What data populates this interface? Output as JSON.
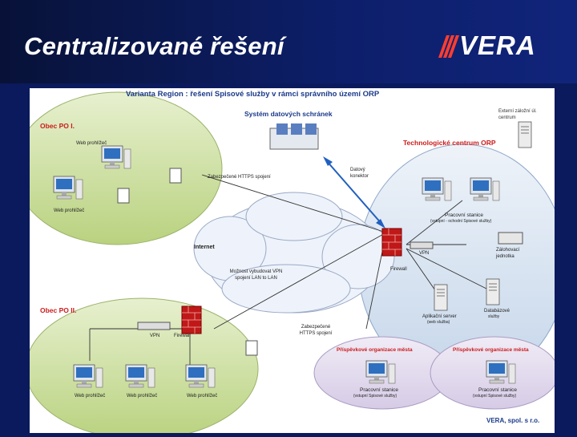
{
  "slide": {
    "title": "Centralizované řešení",
    "logo_text": "VERA"
  },
  "diagram": {
    "heading": "Varianta Region : řešení Spisové služby v rámci správního území ORP",
    "data_boxes": "Systém datových schránek",
    "external_storage": "Externí záložní úl. centrum",
    "tech_center": "Technologické centrum ORP",
    "obec1": "Obec PO I.",
    "obec2": "Obec PO II.",
    "web_browser_1": "Web prohlížeč",
    "web_browser_2": "Web prohlížeč",
    "web_browser_3": "Web prohlížeč",
    "web_browser_4": "Web prohlížeč",
    "web_browser_5": "Web prohlížeč",
    "https_1": "Zabezpečené HTTPS spojení",
    "https_2": "Zabezpečené HTTPS spojení",
    "data_connector": "Datový konektor",
    "internet": "Internet",
    "vpn_note": "Možnost vybudovat VPN spojení LAN to LAN",
    "workstation": "Pracovní stanice",
    "workstation_sub": "(vstupní - ochodní Spisové služby)",
    "vpn1": "VPN",
    "vpn2": "VPN",
    "firewall1": "Firewall",
    "firewall2": "Firewall",
    "backup": "Zálohovací jednotka",
    "app_server": "Aplikační server",
    "app_server_sub": "(web služba)",
    "db_server": "Databázové",
    "db_server_sub": "služby",
    "org1": "Příspěvkové organizace města",
    "org2": "Příspěvkové organizace města",
    "org_ws1": "Pracovní stanice",
    "org_ws1_sub": "(vstupní Spisové služby)",
    "org_ws2": "Pracovní stanice",
    "org_ws2_sub": "(vstupní Spisové služby)",
    "footer": "VERA, spol. s r.o."
  },
  "colors": {
    "header_bg": "#0b1a5c",
    "accent_red": "#cc1b1b",
    "heading_blue": "#1a3a8a",
    "green_cloud": "#cfe0a8",
    "blue_cloud": "#d7e3f0",
    "purple_cloud": "#e3dcef"
  },
  "icons": [
    "computer-icon",
    "server-icon",
    "firewall-icon",
    "router-icon",
    "storage-icon",
    "arrow-icon"
  ]
}
